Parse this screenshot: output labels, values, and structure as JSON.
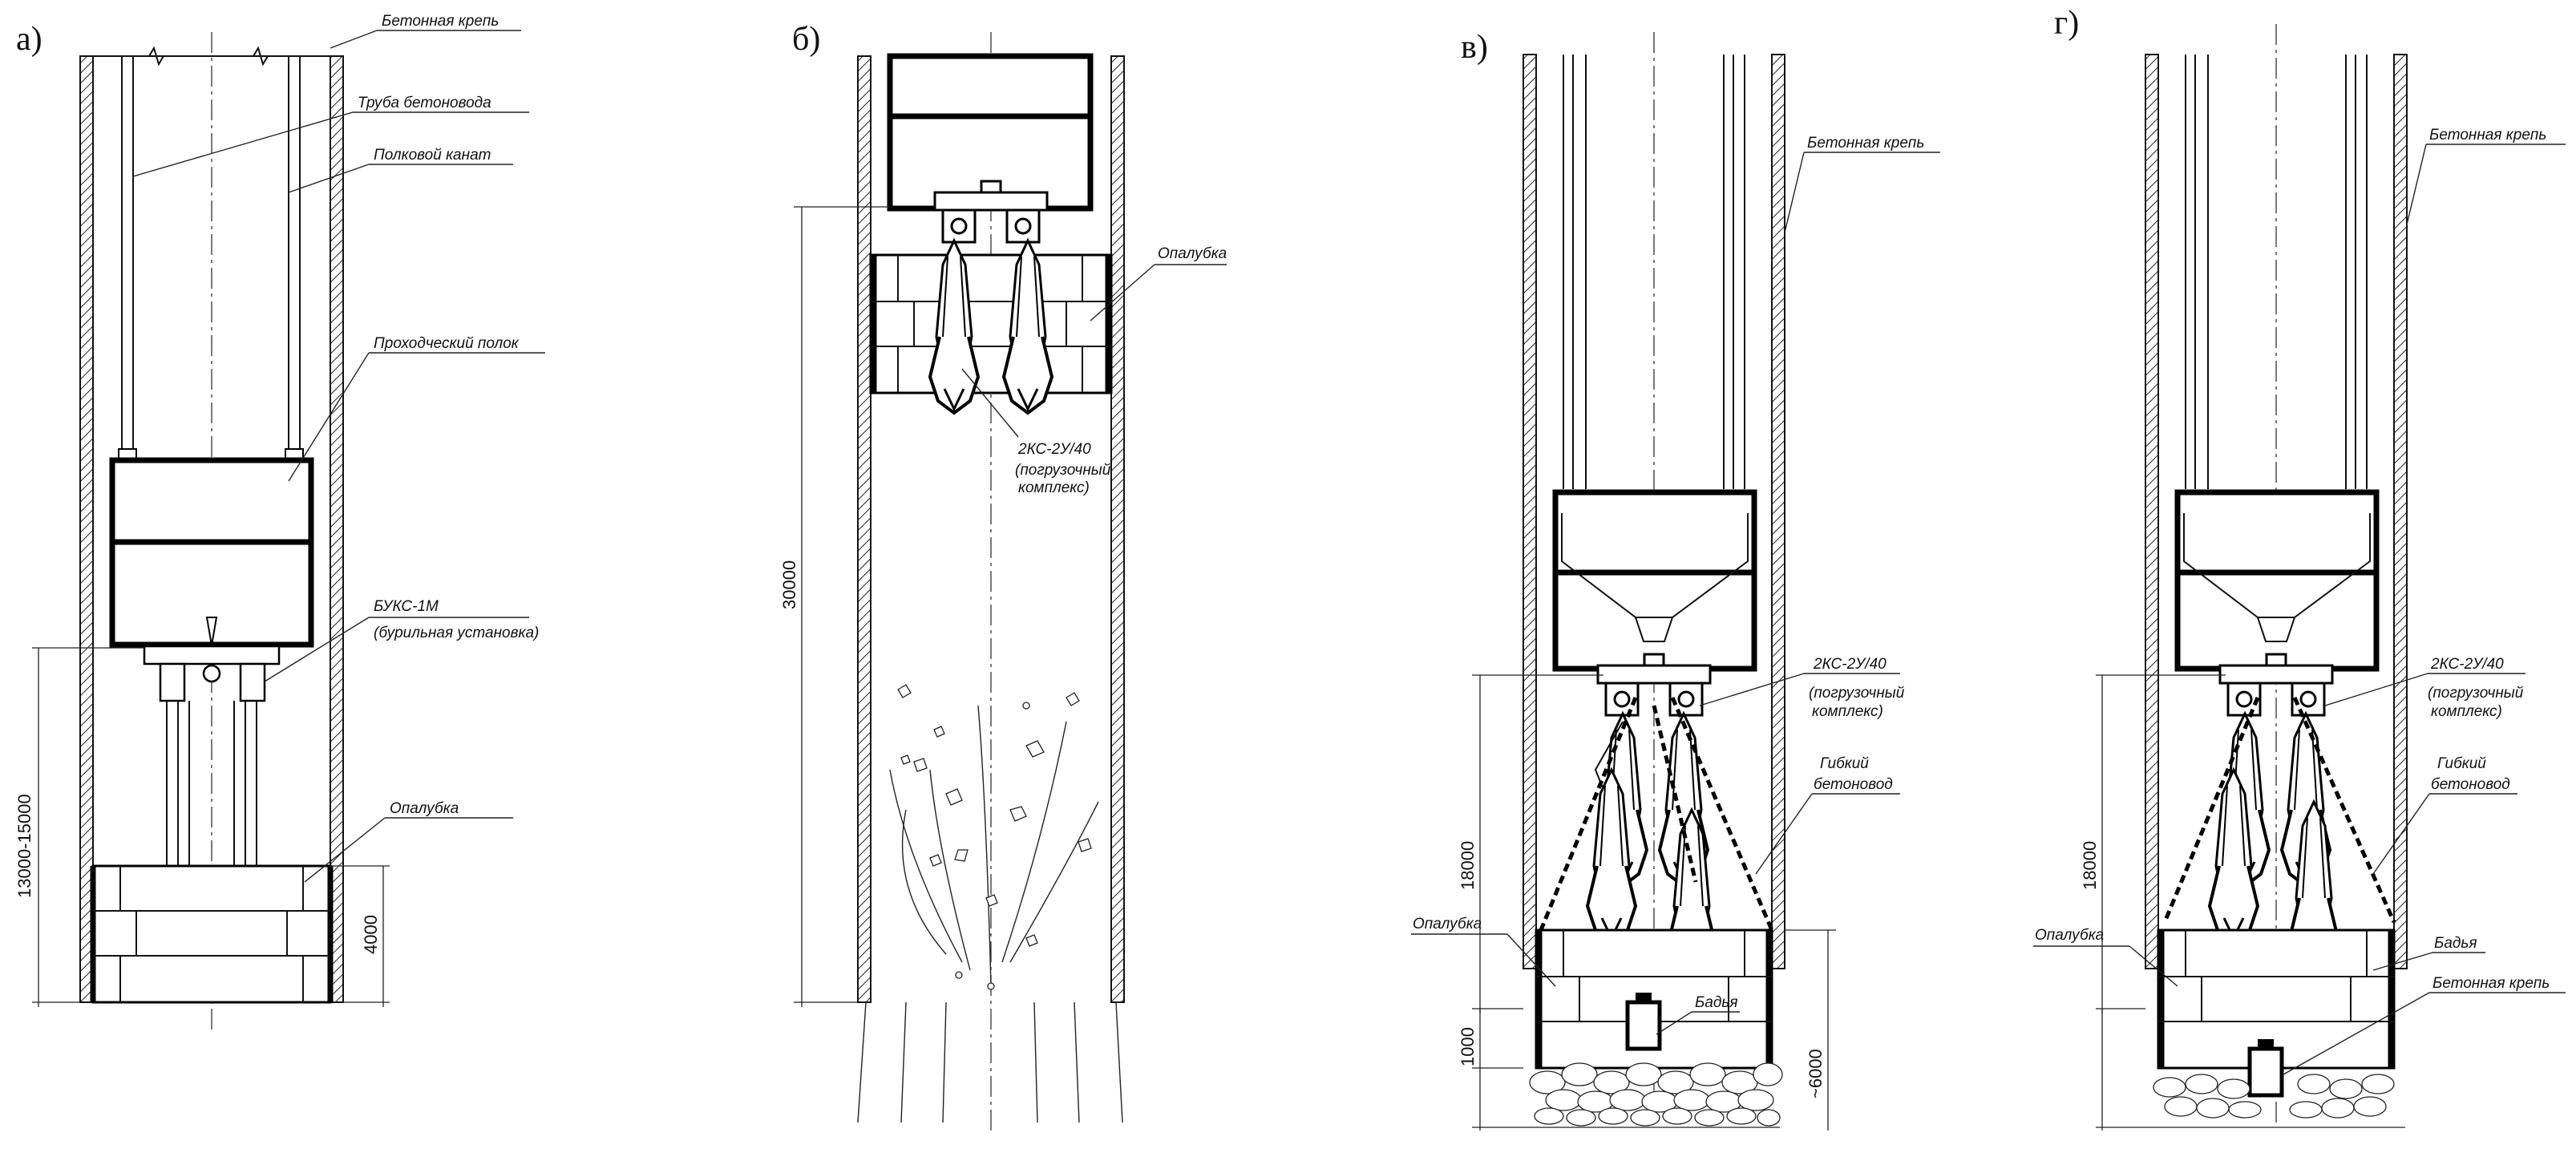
{
  "panels": {
    "a": {
      "letter": "а)",
      "labels": {
        "concrete_lining": "Бетонная крепь",
        "concrete_pipe": "Труба бетоновода",
        "shelf_rope": "Полковой канат",
        "sinking_shelf": "Проходческий полок",
        "drill_rig_name": "БУКС-1М",
        "drill_rig_desc": "(бурильная установка)",
        "formwork": "Опалубка"
      },
      "dimensions": {
        "d1": "13000-15000",
        "d2": "4000"
      }
    },
    "b": {
      "letter": "б)",
      "labels": {
        "formwork": "Опалубка",
        "loader_name": "2КС-2У/40",
        "loader_desc1": "(погрузочный",
        "loader_desc2": "комплекс)"
      },
      "dimensions": {
        "d1": "30000"
      }
    },
    "v": {
      "letter": "в)",
      "labels": {
        "concrete_lining": "Бетонная крепь",
        "loader_name": "2КС-2У/40",
        "loader_desc1": "(погрузочный",
        "loader_desc2": "комплекс)",
        "flex_pipe1": "Гибкий",
        "flex_pipe2": "бетоновод",
        "formwork": "Опалубка",
        "bucket": "Бадья"
      },
      "dimensions": {
        "d1": "18000",
        "d2": "1000",
        "d3": "~6000"
      }
    },
    "g": {
      "letter": "г)",
      "labels": {
        "concrete_lining_top": "Бетонная крепь",
        "loader_name": "2КС-2У/40",
        "loader_desc1": "(погрузочный",
        "loader_desc2": "комплекс)",
        "flex_pipe1": "Гибкий",
        "flex_pipe2": "бетоновод",
        "formwork": "Опалубка",
        "bucket": "Бадья",
        "concrete_lining_bottom": "Бетонная крепь"
      },
      "dimensions": {
        "d1": "18000"
      }
    }
  }
}
